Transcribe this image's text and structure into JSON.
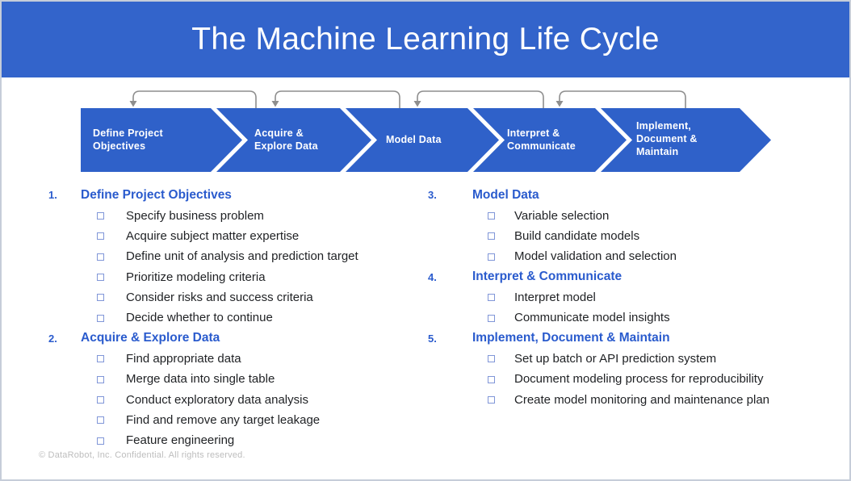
{
  "slide": {
    "title": "The Machine Learning Life Cycle",
    "footer": "© DataRobot, Inc. Confidential. All rights reserved."
  },
  "colors": {
    "banner_blue": "#3364cb",
    "chevron_blue": "#2f61c9",
    "heading_blue": "#2a5bcd",
    "bullet_blue": "#8096d8",
    "body_text": "#1f2124",
    "feedback_arrow_gray": "#8e8e8e",
    "footer_gray": "#bdbdbd"
  },
  "pipeline": {
    "feedback_arrow_count": 4,
    "stages": [
      {
        "name": "Define Project Objectives",
        "lines": [
          "Define Project",
          "Objectives"
        ]
      },
      {
        "name": "Acquire & Explore Data",
        "lines": [
          "Acquire &",
          "Explore Data"
        ]
      },
      {
        "name": "Model Data",
        "lines": [
          "Model Data"
        ]
      },
      {
        "name": "Interpret & Communicate",
        "lines": [
          "Interpret &",
          "Communicate"
        ]
      },
      {
        "name": "Implement, Document & Maintain",
        "lines": [
          "Implement,",
          "Document &",
          "Maintain"
        ]
      }
    ]
  },
  "sections": [
    {
      "number": "1.",
      "heading": "Define Project Objectives",
      "items": [
        "Specify business problem",
        "Acquire subject matter expertise",
        "Define unit of analysis and prediction target",
        "Prioritize modeling criteria",
        "Consider risks and success criteria",
        "Decide whether to continue"
      ]
    },
    {
      "number": "2.",
      "heading": "Acquire & Explore Data",
      "items": [
        "Find appropriate data",
        "Merge data into single table",
        "Conduct exploratory data analysis",
        "Find and remove any target leakage",
        "Feature engineering"
      ]
    },
    {
      "number": "3.",
      "heading": "Model Data",
      "items": [
        "Variable selection",
        "Build candidate models",
        "Model validation and selection"
      ]
    },
    {
      "number": "4.",
      "heading": "Interpret & Communicate",
      "items": [
        "Interpret model",
        "Communicate model insights"
      ]
    },
    {
      "number": "5.",
      "heading": "Implement, Document & Maintain",
      "items": [
        "Set up batch or API prediction system",
        "Document modeling process for reproducibility",
        "Create model monitoring and maintenance plan"
      ]
    }
  ]
}
